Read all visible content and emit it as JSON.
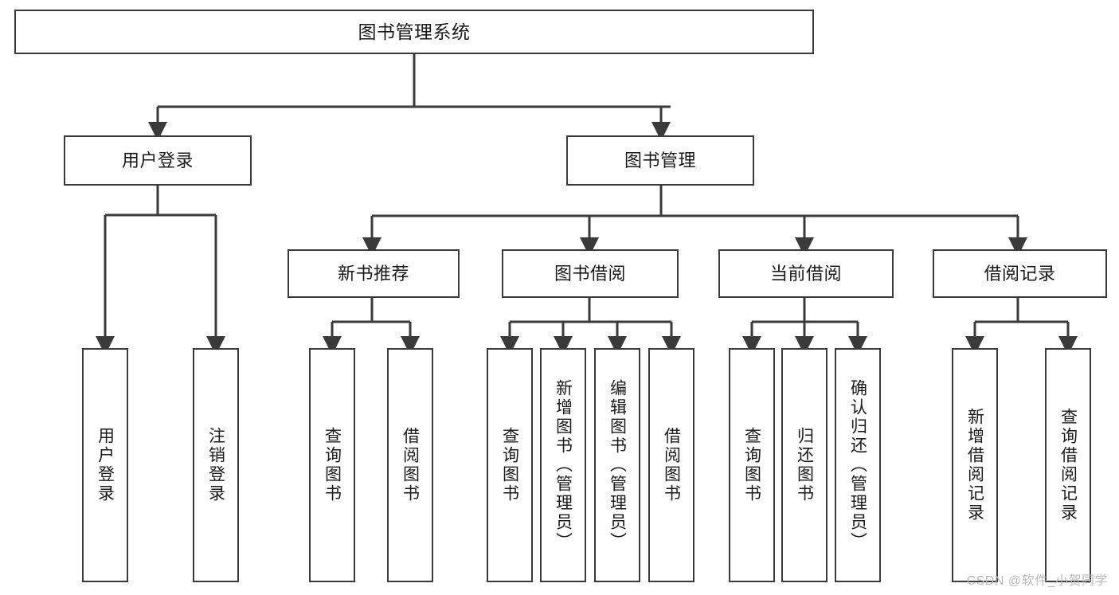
{
  "diagram": {
    "title": "图书管理系统",
    "type": "tree",
    "stroke_color": "#3a3a3a",
    "text_color": "#1a1a1a",
    "background": "#ffffff",
    "nodes": [
      {
        "id": "root",
        "label": "图书管理系统",
        "level": 0,
        "orientation": "horizontal"
      },
      {
        "id": "login",
        "label": "用户登录",
        "level": 1,
        "orientation": "horizontal"
      },
      {
        "id": "bookmgmt",
        "label": "图书管理",
        "level": 1,
        "orientation": "horizontal"
      },
      {
        "id": "newbook",
        "label": "新书推荐",
        "level": 2,
        "orientation": "horizontal"
      },
      {
        "id": "borrow",
        "label": "图书借阅",
        "level": 2,
        "orientation": "horizontal"
      },
      {
        "id": "current",
        "label": "当前借阅",
        "level": 2,
        "orientation": "horizontal"
      },
      {
        "id": "records",
        "label": "借阅记录",
        "level": 2,
        "orientation": "horizontal"
      },
      {
        "id": "l1",
        "label": "用户登录",
        "level": 3,
        "orientation": "vertical",
        "parent": "login"
      },
      {
        "id": "l2",
        "label": "注销登录",
        "level": 3,
        "orientation": "vertical",
        "parent": "login"
      },
      {
        "id": "l3",
        "label": "查询图书",
        "level": 3,
        "orientation": "vertical",
        "parent": "newbook"
      },
      {
        "id": "l4",
        "label": "借阅图书",
        "level": 3,
        "orientation": "vertical",
        "parent": "newbook"
      },
      {
        "id": "l5",
        "label": "查询图书",
        "level": 3,
        "orientation": "vertical",
        "parent": "borrow"
      },
      {
        "id": "l6",
        "label": "新增图书（管理员）",
        "level": 3,
        "orientation": "vertical",
        "parent": "borrow"
      },
      {
        "id": "l7",
        "label": "编辑图书（管理员）",
        "level": 3,
        "orientation": "vertical",
        "parent": "borrow"
      },
      {
        "id": "l8",
        "label": "借阅图书",
        "level": 3,
        "orientation": "vertical",
        "parent": "borrow"
      },
      {
        "id": "l9",
        "label": "查询图书",
        "level": 3,
        "orientation": "vertical",
        "parent": "current"
      },
      {
        "id": "l10",
        "label": "归还图书",
        "level": 3,
        "orientation": "vertical",
        "parent": "current"
      },
      {
        "id": "l11",
        "label": "确认归还（管理员）",
        "level": 3,
        "orientation": "vertical",
        "parent": "current"
      },
      {
        "id": "l12",
        "label": "新增借阅记录",
        "level": 3,
        "orientation": "vertical",
        "parent": "records"
      },
      {
        "id": "l13",
        "label": "查询借阅记录",
        "level": 3,
        "orientation": "vertical",
        "parent": "records"
      }
    ]
  },
  "watermark": {
    "text": "CSDN @软件_小贺同学"
  }
}
